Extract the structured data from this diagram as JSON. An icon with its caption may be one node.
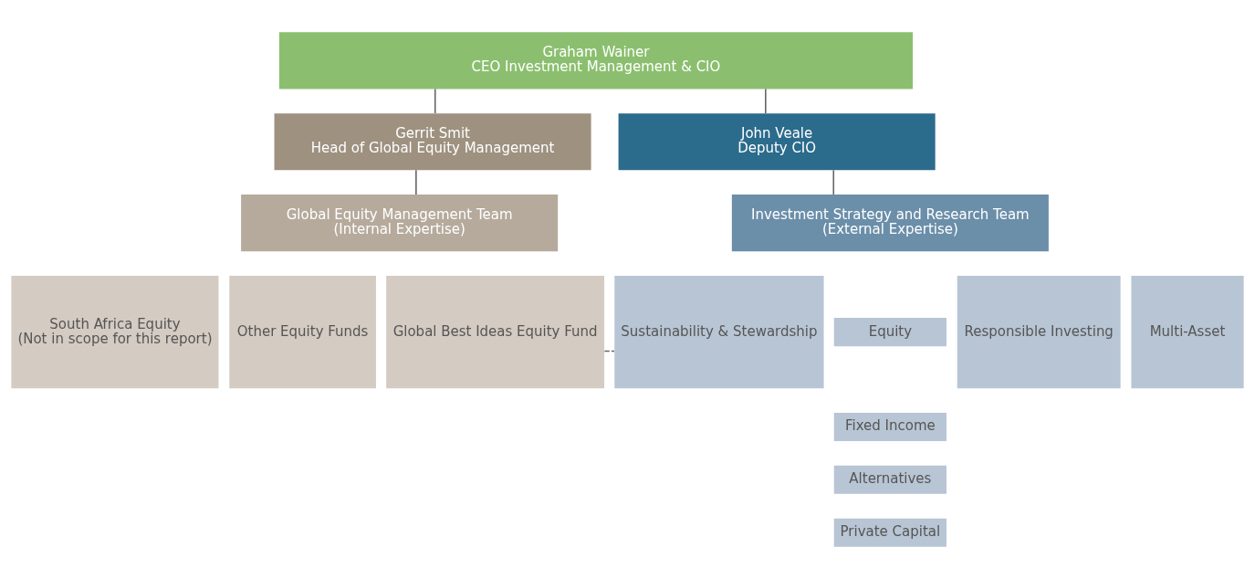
{
  "diagram": {
    "nodes": [
      {
        "text": [
          "Graham Wainer",
          "CEO Investment Management & CIO"
        ]
      },
      {
        "text": [
          "Gerrit Smit",
          "Head of Global Equity Management"
        ]
      },
      {
        "text": [
          "John Veale",
          "Deputy CIO"
        ]
      },
      {
        "text": [
          "Global Equity Management Team",
          "(Internal Expertise)"
        ]
      },
      {
        "text": [
          "Investment Strategy and Research Team",
          "(External Expertise)"
        ]
      },
      {
        "text": [
          "South Africa Equity",
          "(Not in scope for this report)"
        ]
      },
      {
        "text": [
          "Other Equity Funds"
        ]
      },
      {
        "text": [
          "Global Best Ideas Equity Fund"
        ]
      },
      {
        "text": [
          "Sustainability & Stewardship"
        ]
      },
      {
        "text": [
          "Equity"
        ]
      },
      {
        "text": [
          "Fixed Income"
        ]
      },
      {
        "text": [
          "Alternatives"
        ]
      },
      {
        "text": [
          "Private Capital"
        ]
      },
      {
        "text": [
          "Responsible Investing"
        ]
      },
      {
        "text": [
          "Multi-Asset"
        ]
      }
    ],
    "edges": [
      {
        "from": 0,
        "to": 1,
        "arrow": "none"
      },
      {
        "from": 0,
        "to": 2,
        "arrow": "none"
      },
      {
        "from": 1,
        "to": 3,
        "arrow": "none"
      },
      {
        "from": 2,
        "to": 4,
        "arrow": "none"
      },
      {
        "from": 7,
        "to": 8,
        "arrow": "none",
        "style": "dashed"
      }
    ]
  }
}
